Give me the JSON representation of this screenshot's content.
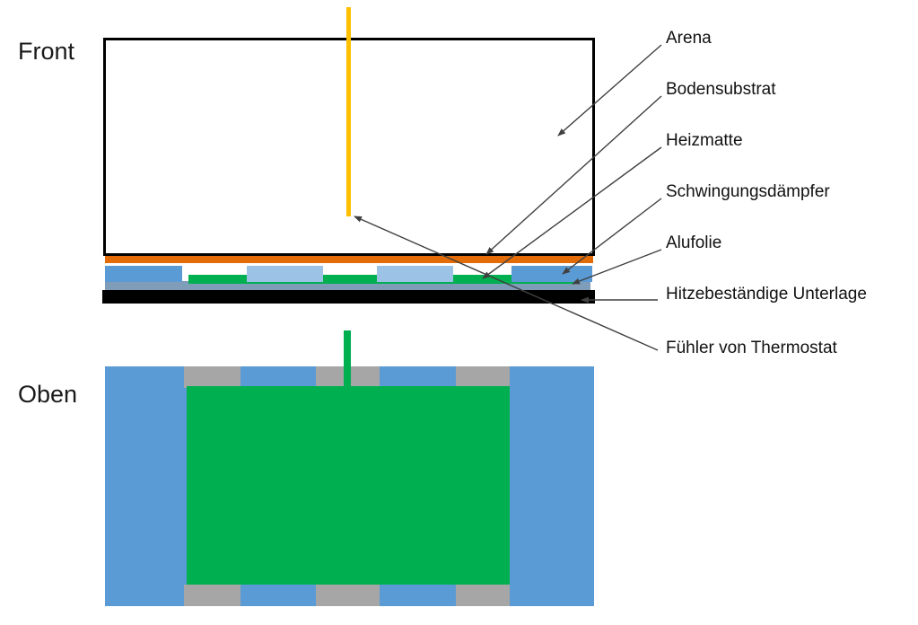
{
  "views": {
    "front": {
      "label": "Front"
    },
    "top": {
      "label": "Oben"
    }
  },
  "annotations": [
    {
      "id": "arena",
      "text": "Arena"
    },
    {
      "id": "bodensubstrat",
      "text": "Bodensubstrat"
    },
    {
      "id": "heizmatte",
      "text": "Heizmatte"
    },
    {
      "id": "schwingungsdaempfer",
      "text": "Schwingungsdämpfer"
    },
    {
      "id": "alufolie",
      "text": "Alufolie"
    },
    {
      "id": "hitzebestaendige-unterlage",
      "text": "Hitzebeständige Unterlage"
    },
    {
      "id": "fuehler-von-thermostat",
      "text": "Fühler von Thermostat"
    }
  ],
  "colors": {
    "blue": "#5B9BD5",
    "light_blue": "#9CC2E5",
    "green": "#00B050",
    "orange": "#E36C09",
    "yellow": "#FFC000",
    "gray": "#A6A6A6",
    "alufoil": "#7F9DB9",
    "black": "#000000",
    "arrow": "#404040"
  }
}
